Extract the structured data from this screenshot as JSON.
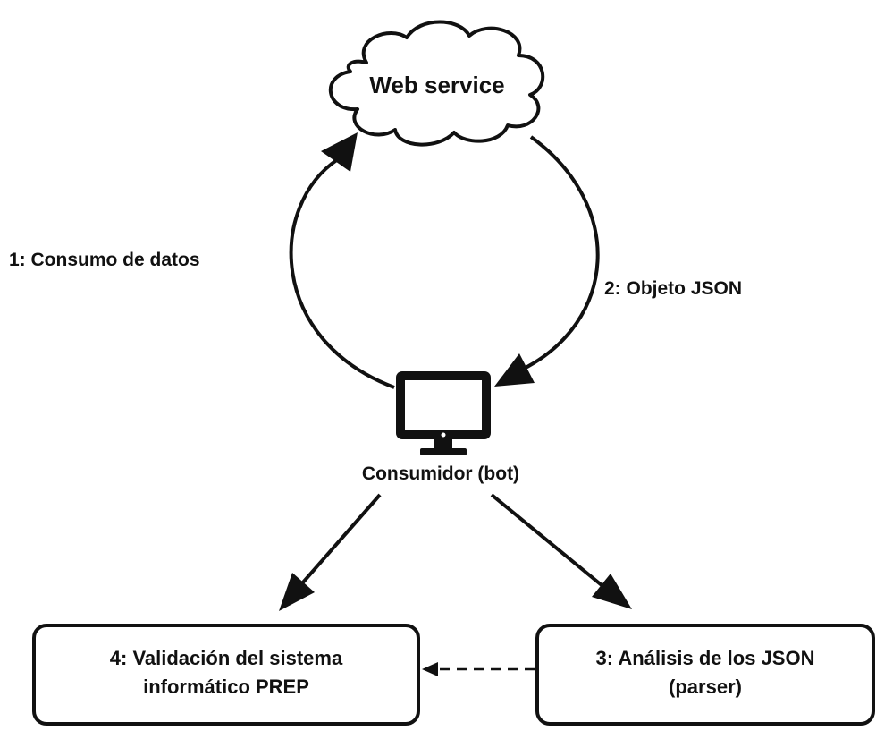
{
  "diagram": {
    "cloud": {
      "label": "Web service"
    },
    "arrows": {
      "consumo": {
        "label": "1: Consumo de datos"
      },
      "objeto": {
        "label": "2: Objeto JSON"
      }
    },
    "consumer": {
      "icon": "monitor-icon",
      "label": "Consumidor (bot)"
    },
    "boxes": {
      "validacion": {
        "line1": "4: Validación del sistema",
        "line2": "informático PREP"
      },
      "analisis": {
        "line1": "3: Análisis de los JSON",
        "line2": "(parser)"
      }
    },
    "colors": {
      "stroke": "#111111",
      "background": "#ffffff"
    }
  }
}
